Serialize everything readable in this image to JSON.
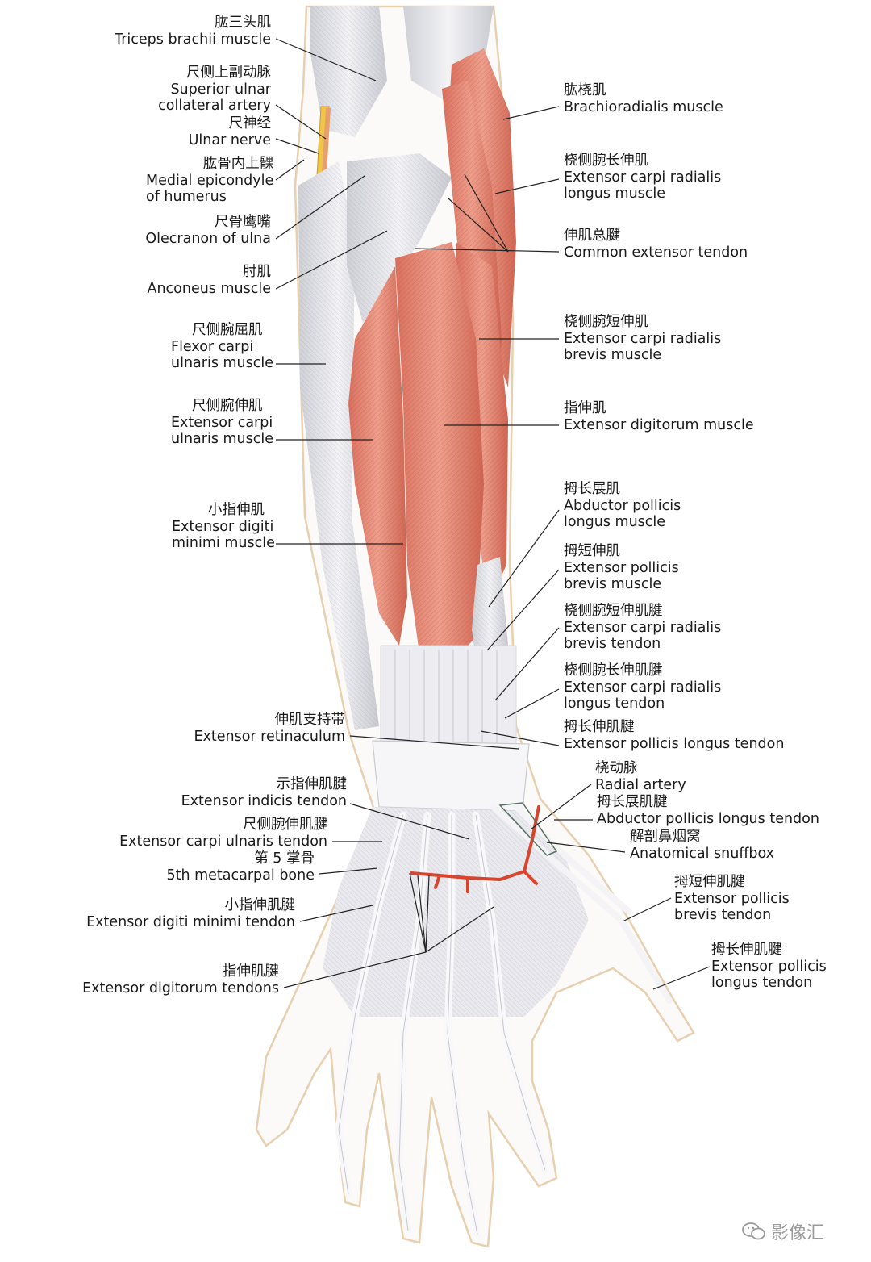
{
  "colors": {
    "muscle": "#e58a78",
    "muscle_dark": "#c9614f",
    "tendon": "#e7e7eb",
    "tendon_shade": "#c4c4cc",
    "outline": "#e8cfb0",
    "artery": "#d8452f",
    "nerve": "#f0c648"
  },
  "labels": [
    {
      "id": "triceps",
      "side": "left",
      "lines": [
        "肱三头肌",
        "Triceps brachii muscle"
      ]
    },
    {
      "id": "sup-ulnar-artery",
      "side": "left",
      "lines": [
        "尺侧上副动脉",
        "Superior ulnar",
        "collateral artery"
      ]
    },
    {
      "id": "ulnar-nerve",
      "side": "left",
      "lines": [
        "尺神经",
        "Ulnar nerve"
      ]
    },
    {
      "id": "medial-epicondyle",
      "side": "left",
      "lines": [
        "肱骨内上髁",
        "Medial epicondyle",
        "of humerus"
      ]
    },
    {
      "id": "olecranon",
      "side": "left",
      "lines": [
        "尺骨鹰嘴",
        "Olecranon of ulna"
      ]
    },
    {
      "id": "anconeus",
      "side": "left",
      "lines": [
        "肘肌",
        "Anconeus muscle"
      ]
    },
    {
      "id": "fcu",
      "side": "left",
      "lines": [
        "尺侧腕屈肌",
        "Flexor carpi",
        "ulnaris muscle"
      ]
    },
    {
      "id": "ecu",
      "side": "left",
      "lines": [
        "尺侧腕伸肌",
        "Extensor carpi",
        "ulnaris muscle"
      ]
    },
    {
      "id": "edm",
      "side": "left",
      "lines": [
        "小指伸肌",
        "Extensor digiti",
        "minimi muscle"
      ]
    },
    {
      "id": "retinaculum",
      "side": "left",
      "lines": [
        "伸肌支持带",
        "Extensor retinaculum"
      ]
    },
    {
      "id": "ext-indicis",
      "side": "left",
      "lines": [
        "示指伸肌腱",
        "Extensor indicis tendon"
      ]
    },
    {
      "id": "ecu-tendon",
      "side": "left",
      "lines": [
        "尺侧腕伸肌腱",
        "Extensor carpi ulnaris tendon"
      ]
    },
    {
      "id": "metacarpal5",
      "side": "left",
      "lines": [
        "第 5 掌骨",
        "5th metacarpal bone"
      ]
    },
    {
      "id": "edm-tendon",
      "side": "left",
      "lines": [
        "小指伸肌腱",
        "Extensor digiti minimi tendon"
      ]
    },
    {
      "id": "ed-tendons",
      "side": "left",
      "lines": [
        "指伸肌腱",
        "Extensor digitorum tendons"
      ]
    },
    {
      "id": "brachioradialis",
      "side": "right",
      "lines": [
        "肱桡肌",
        "Brachioradialis muscle"
      ]
    },
    {
      "id": "ecrl",
      "side": "right",
      "lines": [
        "桡侧腕长伸肌",
        "Extensor carpi radialis",
        "longus muscle"
      ]
    },
    {
      "id": "common-ext",
      "side": "right",
      "lines": [
        "伸肌总腱",
        "Common extensor tendon"
      ]
    },
    {
      "id": "ecrb",
      "side": "right",
      "lines": [
        "桡侧腕短伸肌",
        "Extensor carpi radialis",
        "brevis muscle"
      ]
    },
    {
      "id": "ed",
      "side": "right",
      "lines": [
        "指伸肌",
        "Extensor digitorum muscle"
      ]
    },
    {
      "id": "apl",
      "side": "right",
      "lines": [
        "拇长展肌",
        "Abductor pollicis",
        "longus muscle"
      ]
    },
    {
      "id": "epb",
      "side": "right",
      "lines": [
        "拇短伸肌",
        "Extensor pollicis",
        "brevis muscle"
      ]
    },
    {
      "id": "ecrb-tendon",
      "side": "right",
      "lines": [
        "桡侧腕短伸肌腱",
        "Extensor carpi radialis",
        "brevis tendon"
      ]
    },
    {
      "id": "ecrl-tendon",
      "side": "right",
      "lines": [
        "桡侧腕长伸肌腱",
        "Extensor carpi radialis",
        "longus tendon"
      ]
    },
    {
      "id": "epl-tendon-top",
      "side": "right",
      "lines": [
        "拇长伸肌腱",
        "Extensor pollicis longus tendon"
      ]
    },
    {
      "id": "radial-artery",
      "side": "right",
      "lines": [
        "桡动脉",
        "Radial artery"
      ]
    },
    {
      "id": "apl-tendon",
      "side": "right",
      "lines": [
        "拇长展肌腱",
        "Abductor pollicis longus tendon"
      ]
    },
    {
      "id": "snuffbox",
      "side": "right",
      "lines": [
        "解剖鼻烟窝",
        "Anatomical snuffbox"
      ]
    },
    {
      "id": "epb-tendon",
      "side": "right",
      "lines": [
        "拇短伸肌腱",
        "Extensor pollicis",
        "brevis tendon"
      ]
    },
    {
      "id": "epl-tendon",
      "side": "right",
      "lines": [
        "拇长伸肌腱",
        "Extensor pollicis",
        "longus tendon"
      ]
    }
  ],
  "watermark": {
    "text": "影像汇"
  }
}
